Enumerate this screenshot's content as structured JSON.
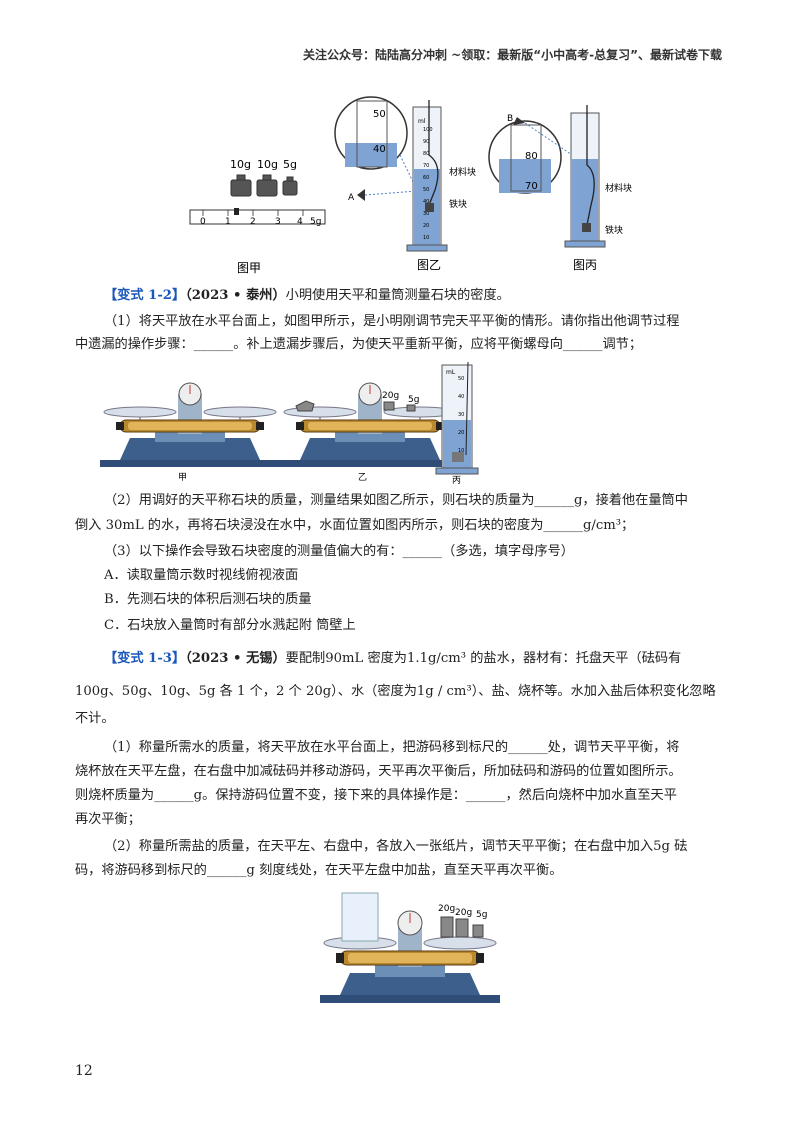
{
  "header": {
    "text": "关注公众号：陆陆高分冲刺  ~领取：最新版“小中高考-总复习”、最新试卷下载"
  },
  "fig_top": {
    "weights": [
      "10g",
      "10g",
      "5g"
    ],
    "ruler_ticks": [
      "0",
      "1",
      "2",
      "3",
      "4",
      "5g"
    ],
    "zoom_b": [
      "50",
      "40"
    ],
    "cyl_b": [
      "ml",
      "100",
      "90",
      "80",
      "70",
      "60",
      "50",
      "40",
      "30",
      "20",
      "10"
    ],
    "label_a": "A",
    "label_b": "B",
    "material": "材料块",
    "iron": "铁块",
    "zoom_c": [
      "80",
      "70"
    ],
    "cap_a": "图甲",
    "cap_b": "图乙",
    "cap_c": "图丙"
  },
  "q12": {
    "tag": "【变式 1-2】",
    "source": "（2023 • 泰州）",
    "stem": "小明使用天平和量筒测量石块的密度。",
    "p1_l1": "（1）将天平放在水平台面上，如图甲所示，是小明刚调节完天平平衡的情形。请你指出他调节过程",
    "p1_l2": "中遗漏的操作步骤：______。补上遗漏步骤后，为使天平重新平衡，应将平衡螺母向______调节；",
    "p2_l1": "（2）用调好的天平称石块的质量，测量结果如图乙所示，则石块的质量为______g，接着他在量筒中",
    "p2_l2": "倒入 30mL 的水，再将石块浸没在水中，水面位置如图丙所示，则石块的密度为______g/cm³；",
    "p3": "（3）以下操作会导致石块密度的测量值偏大的有：______（多选，填字母序号）",
    "optA": "A．读取量筒示数时视线俯视液面",
    "optB": "B．先测石块的体积后测石块的质量",
    "optC": "C．石块放入量筒时有部分水溅起附   筒壁上"
  },
  "fig_mid": {
    "cap_a": "甲",
    "cap_b": "乙",
    "cap_c": "丙",
    "w1": "20g",
    "w2": "5g",
    "cyl": [
      "mL",
      "50",
      "40",
      "30",
      "20",
      "10"
    ]
  },
  "q13": {
    "tag": "【变式 1-3】",
    "source": "（2023 • 无锡）",
    "l1": "要配制90mL 密度为1.1g/cm³ 的盐水，器材有：托盘天平（砝码有",
    "l2": "100g、50g、10g、5g 各 1 个，2 个 20g）、水（密度为1g / cm³）、盐、烧杯等。水加入盐后体积变化忽略",
    "l3": "不计。",
    "p1_l1": "（1）称量所需水的质量，将天平放在水平台面上，把游码移到标尺的______处，调节天平平衡，将",
    "p1_l2": "烧杯放在天平左盘，在右盘中加减砝码并移动游码，天平再次平衡后，所加砝码和游码的位置如图所示。",
    "p1_l3": "则烧杯质量为______g。保持游码位置不变，接下来的具体操作是：______，然后向烧杯中加水直至天平",
    "p1_l4": "再次平衡；",
    "p2_l1": "（2）称量所需盐的质量，在天平左、右盘中，各放入一张纸片，调节天平平衡；在右盘中加入5g 砝",
    "p2_l2": "码，将游码移到标尺的______g 刻度线处，在天平左盘中加盐，直至天平再次平衡。"
  },
  "fig_bottom": {
    "w1": "20g",
    "w2": "20g",
    "w3": "5g"
  },
  "page_number": "12"
}
